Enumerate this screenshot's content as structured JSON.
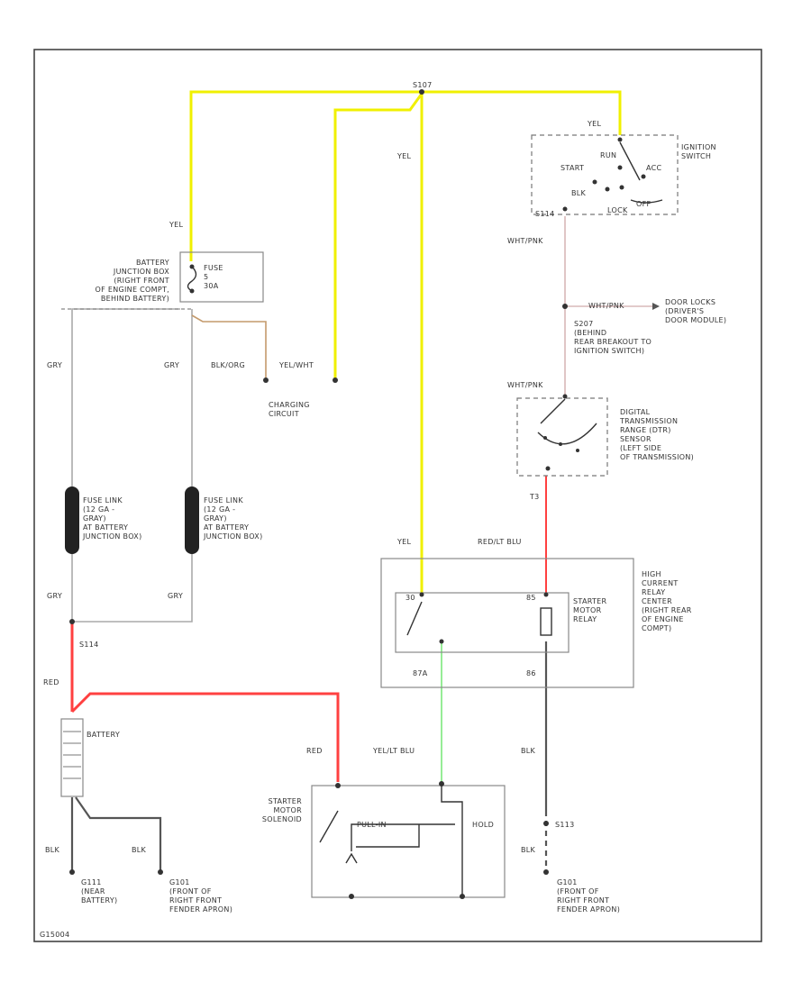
{
  "labels": {
    "splice_top": "S107",
    "yel_top_left": "YEL",
    "yel_top_mid": "YEL",
    "yel_top_right": "YEL",
    "ignition_switch": "IGNITION\nSWITCH",
    "ign_start": "START",
    "ign_run": "RUN",
    "ign_acc": "ACC",
    "ign_blk": "BLK",
    "ign_lock": "LOCK",
    "ign_off": "OFF",
    "ign_s": "S114",
    "wht_pnk_1": "WHT/PNK",
    "door_locks": "DOOR LOCKS\n(DRIVER'S\nDOOR MODULE)",
    "wht_pnk_door": "WHT/PNK",
    "s207_note": "S207\n(BEHIND\nREAR BREAKOUT TO\nIGNITION SWITCH)",
    "wht_pnk_2": "WHT/PNK",
    "dtrs": "DIGITAL\nTRANSMISSION\nRANGE (DTR)\nSENSOR\n(LEFT SIDE\nOF TRANSMISSION)",
    "t_label": "T3",
    "junction_box": "BATTERY\nJUNCTION BOX\n(RIGHT FRONT\nOF ENGINE COMPT,\nBEHIND BATTERY)",
    "fuse": "FUSE\n5\n30A",
    "gry_1": "GRY",
    "gry_2": "GRY",
    "blk_org": "BLK/ORG",
    "yel_wht": "YEL/WHT",
    "charging": "CHARGING\nCIRCUIT",
    "fuse_link_1": "FUSE LINK\n(12 GA -\nGRAY)\nAT BATTERY\nJUNCTION BOX)",
    "fuse_link_2": "FUSE LINK\n(12 GA -\nGRAY)\nAT BATTERY\nJUNCTION BOX)",
    "gry_3": "GRY",
    "gry_4": "GRY",
    "s114": "S114",
    "yel_relay": "YEL",
    "red_lt_blu": "RED/LT BLU",
    "high_current_relay": "HIGH\nCURRENT\nRELAY\nCENTER\n(RIGHT REAR\nOF ENGINE\nCOMPT)",
    "relay_pin_30": "30",
    "relay_pin_85": "85",
    "starter_relay": "STARTER\nMOTOR\nRELAY",
    "relay_pin_87": "87A",
    "relay_pin_86": "86",
    "red": "RED",
    "battery": "BATTERY",
    "red_2": "RED",
    "yel_lt_blu": "YEL/LT BLU",
    "blk_1": "BLK",
    "solenoid": "STARTER\nMOTOR\nSOLENOID",
    "pull_in": "PULL-IN",
    "hold": "HOLD",
    "s113": "S113",
    "blk_2": "BLK",
    "blk_3": "BLK",
    "blk_4": "BLK",
    "g_rear_battery": "G111\n(NEAR\nBATTERY)",
    "g_front_left": "G101\n(FRONT OF\nRIGHT FRONT\nFENDER APRON)",
    "g_front_right": "G101\n(FRONT OF\nRIGHT FRONT\nFENDER APRON)",
    "footer": "G15004"
  }
}
